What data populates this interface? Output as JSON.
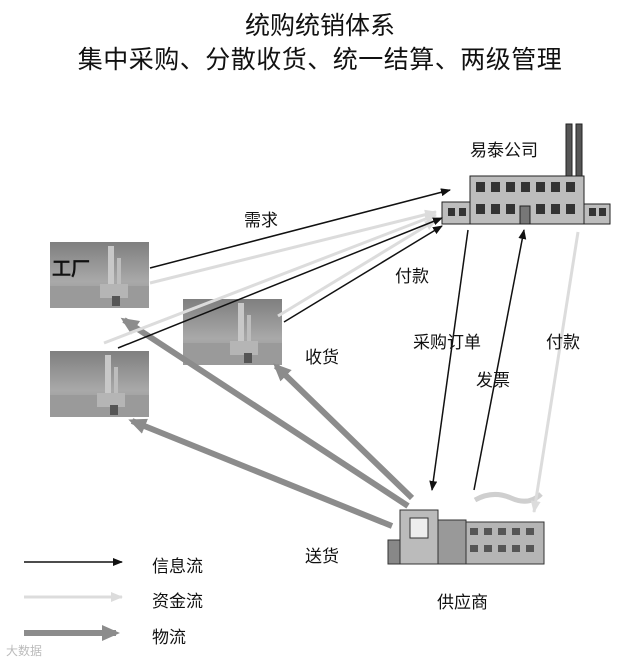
{
  "title_line1": "统购统销体系",
  "title_line2": "集中采购、分散收货、统一结算、两级管理",
  "nodes": {
    "company": "易泰公司",
    "factory": "工厂",
    "supplier": "供应商"
  },
  "flows": {
    "demand": "需求",
    "payment_factory": "付款",
    "receipt": "收货",
    "purchase_order": "采购订单",
    "invoice": "发票",
    "payment_supplier": "付款",
    "delivery": "送货"
  },
  "legend": {
    "info": "信息流",
    "money": "资金流",
    "goods": "物流"
  },
  "watermark": "大数据"
}
